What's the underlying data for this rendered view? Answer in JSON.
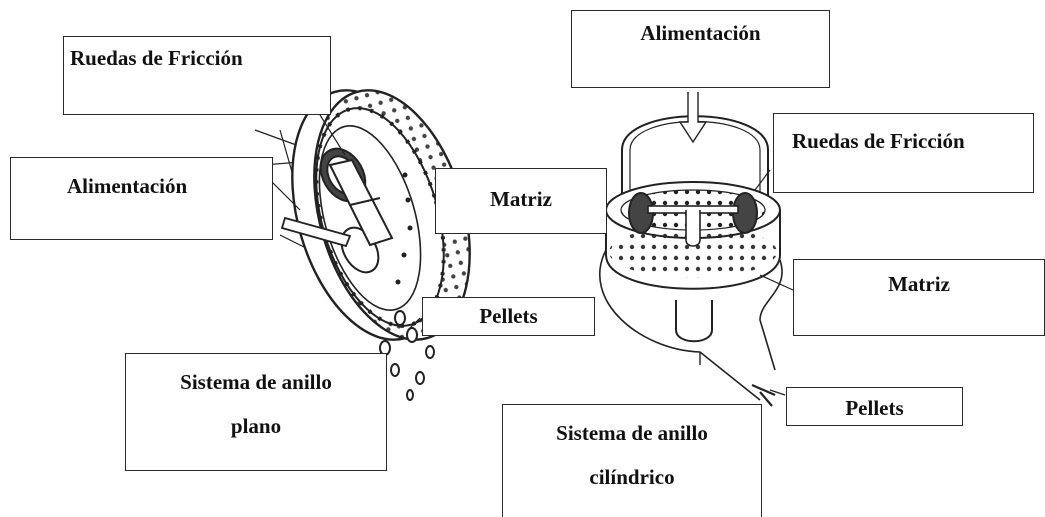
{
  "diagram": {
    "left_machine": {
      "labels": {
        "friction_wheels": "Ruedas de Fricción",
        "feed": "Alimentación",
        "die": "Matriz",
        "pellets": "Pellets",
        "system_line1": "Sistema de anillo",
        "system_line2": "plano"
      }
    },
    "right_machine": {
      "labels": {
        "feed": "Alimentación",
        "friction_wheels": "Ruedas de Fricción",
        "die": "Matriz",
        "pellets": "Pellets",
        "system_line1": "Sistema de anillo",
        "system_line2": "cilíndrico"
      }
    }
  }
}
